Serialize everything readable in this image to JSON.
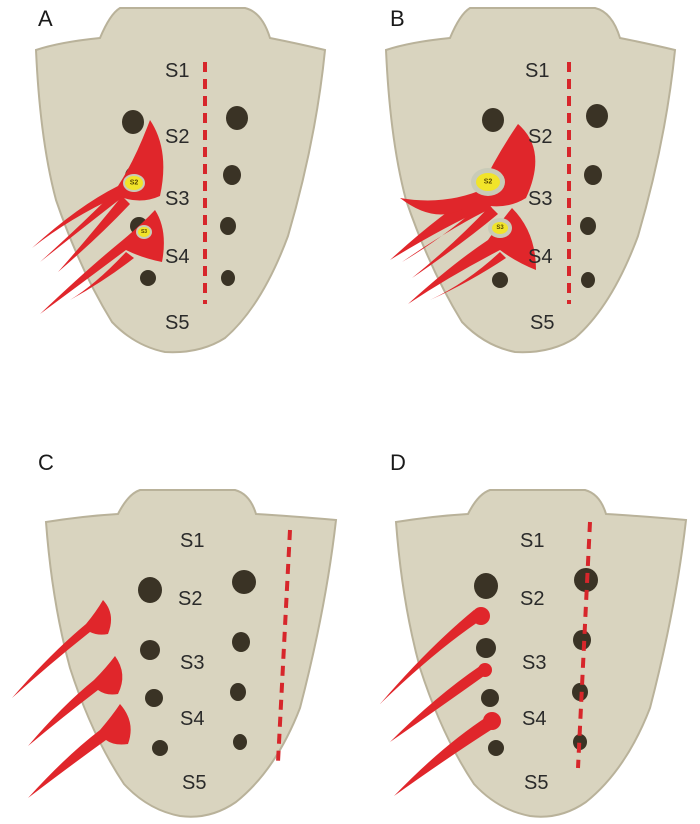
{
  "panels": [
    {
      "letter": "A",
      "levels": [
        "S1",
        "S2",
        "S3",
        "S4",
        "S5"
      ],
      "stubs": [
        "S2",
        "S3"
      ]
    },
    {
      "letter": "B",
      "levels": [
        "S1",
        "S2",
        "S3",
        "S4",
        "S5"
      ],
      "stubs": [
        "S2",
        "S3"
      ]
    },
    {
      "letter": "C",
      "levels": [
        "S1",
        "S2",
        "S3",
        "S4",
        "S5"
      ]
    },
    {
      "letter": "D",
      "levels": [
        "S1",
        "S2",
        "S3",
        "S4",
        "S5"
      ]
    }
  ],
  "colors": {
    "bone": "#d9d4bf",
    "bone_shadow": "#b9b29a",
    "foramen": "#3a3325",
    "nerve": "#e0262b",
    "midline": "#d7262b",
    "stub_fill": "#f1e42a",
    "stub_ring": "#c9cbb8"
  }
}
